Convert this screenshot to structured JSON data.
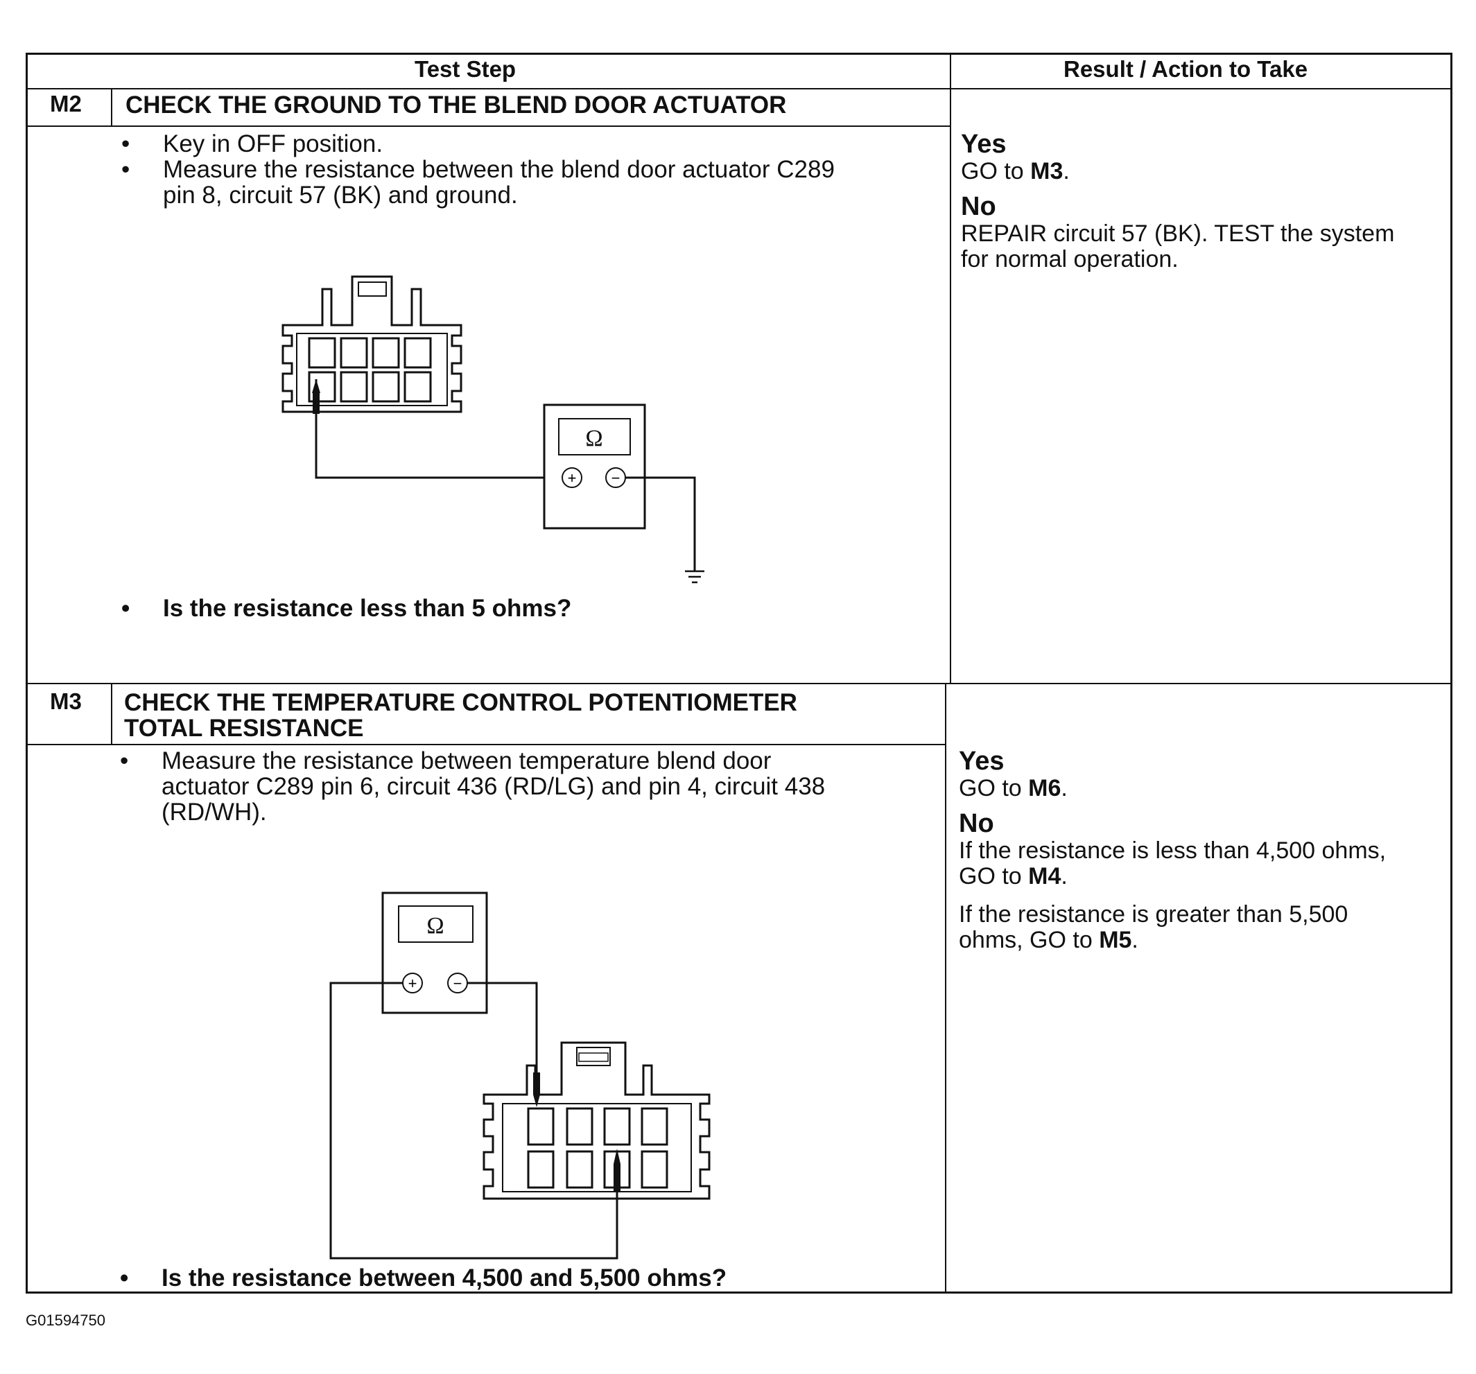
{
  "header": {
    "test_step": "Test Step",
    "result_action": "Result / Action to Take"
  },
  "steps": [
    {
      "id": "M2",
      "title": "CHECK THE GROUND TO THE BLEND DOOR ACTUATOR",
      "bullets": [
        "Key in OFF position.",
        "Measure the resistance between the blend door actuator C289\npin 8, circuit 57 (BK) and ground."
      ],
      "question": "Is the resistance less than 5 ohms?",
      "meter_symbol": "Ω",
      "plus_symbol": "+",
      "minus_symbol": "−",
      "results": [
        {
          "label": "Yes",
          "parts": [
            {
              "text": "GO to ",
              "bold": false
            },
            {
              "text": "M3",
              "bold": true
            },
            {
              "text": ".",
              "bold": false
            }
          ]
        },
        {
          "label": "No",
          "parts": [
            {
              "text": "REPAIR circuit 57 (BK). TEST the system\nfor normal operation.",
              "bold": false
            }
          ]
        }
      ]
    },
    {
      "id": "M3",
      "title": "CHECK THE TEMPERATURE CONTROL POTENTIOMETER\nTOTAL RESISTANCE",
      "bullets": [
        "Measure the resistance between temperature blend door\nactuator C289 pin 6, circuit 436 (RD/LG) and pin 4, circuit 438\n(RD/WH)."
      ],
      "question": "Is the resistance between 4,500 and 5,500 ohms?",
      "meter_symbol": "Ω",
      "plus_symbol": "+",
      "minus_symbol": "−",
      "results": [
        {
          "label": "Yes",
          "parts": [
            {
              "text": "GO to ",
              "bold": false
            },
            {
              "text": "M6",
              "bold": true
            },
            {
              "text": ".",
              "bold": false
            }
          ]
        },
        {
          "label": "No",
          "parts": [
            {
              "text": "If the resistance is less than 4,500 ohms,\nGO to ",
              "bold": false
            },
            {
              "text": "M4",
              "bold": true
            },
            {
              "text": ".",
              "bold": false
            }
          ]
        },
        {
          "label": "",
          "parts": [
            {
              "text": "If the resistance is greater than 5,500\nohms, GO to ",
              "bold": false
            },
            {
              "text": "M5",
              "bold": true
            },
            {
              "text": ".",
              "bold": false
            }
          ]
        }
      ]
    }
  ],
  "figure_code": "G01594750"
}
